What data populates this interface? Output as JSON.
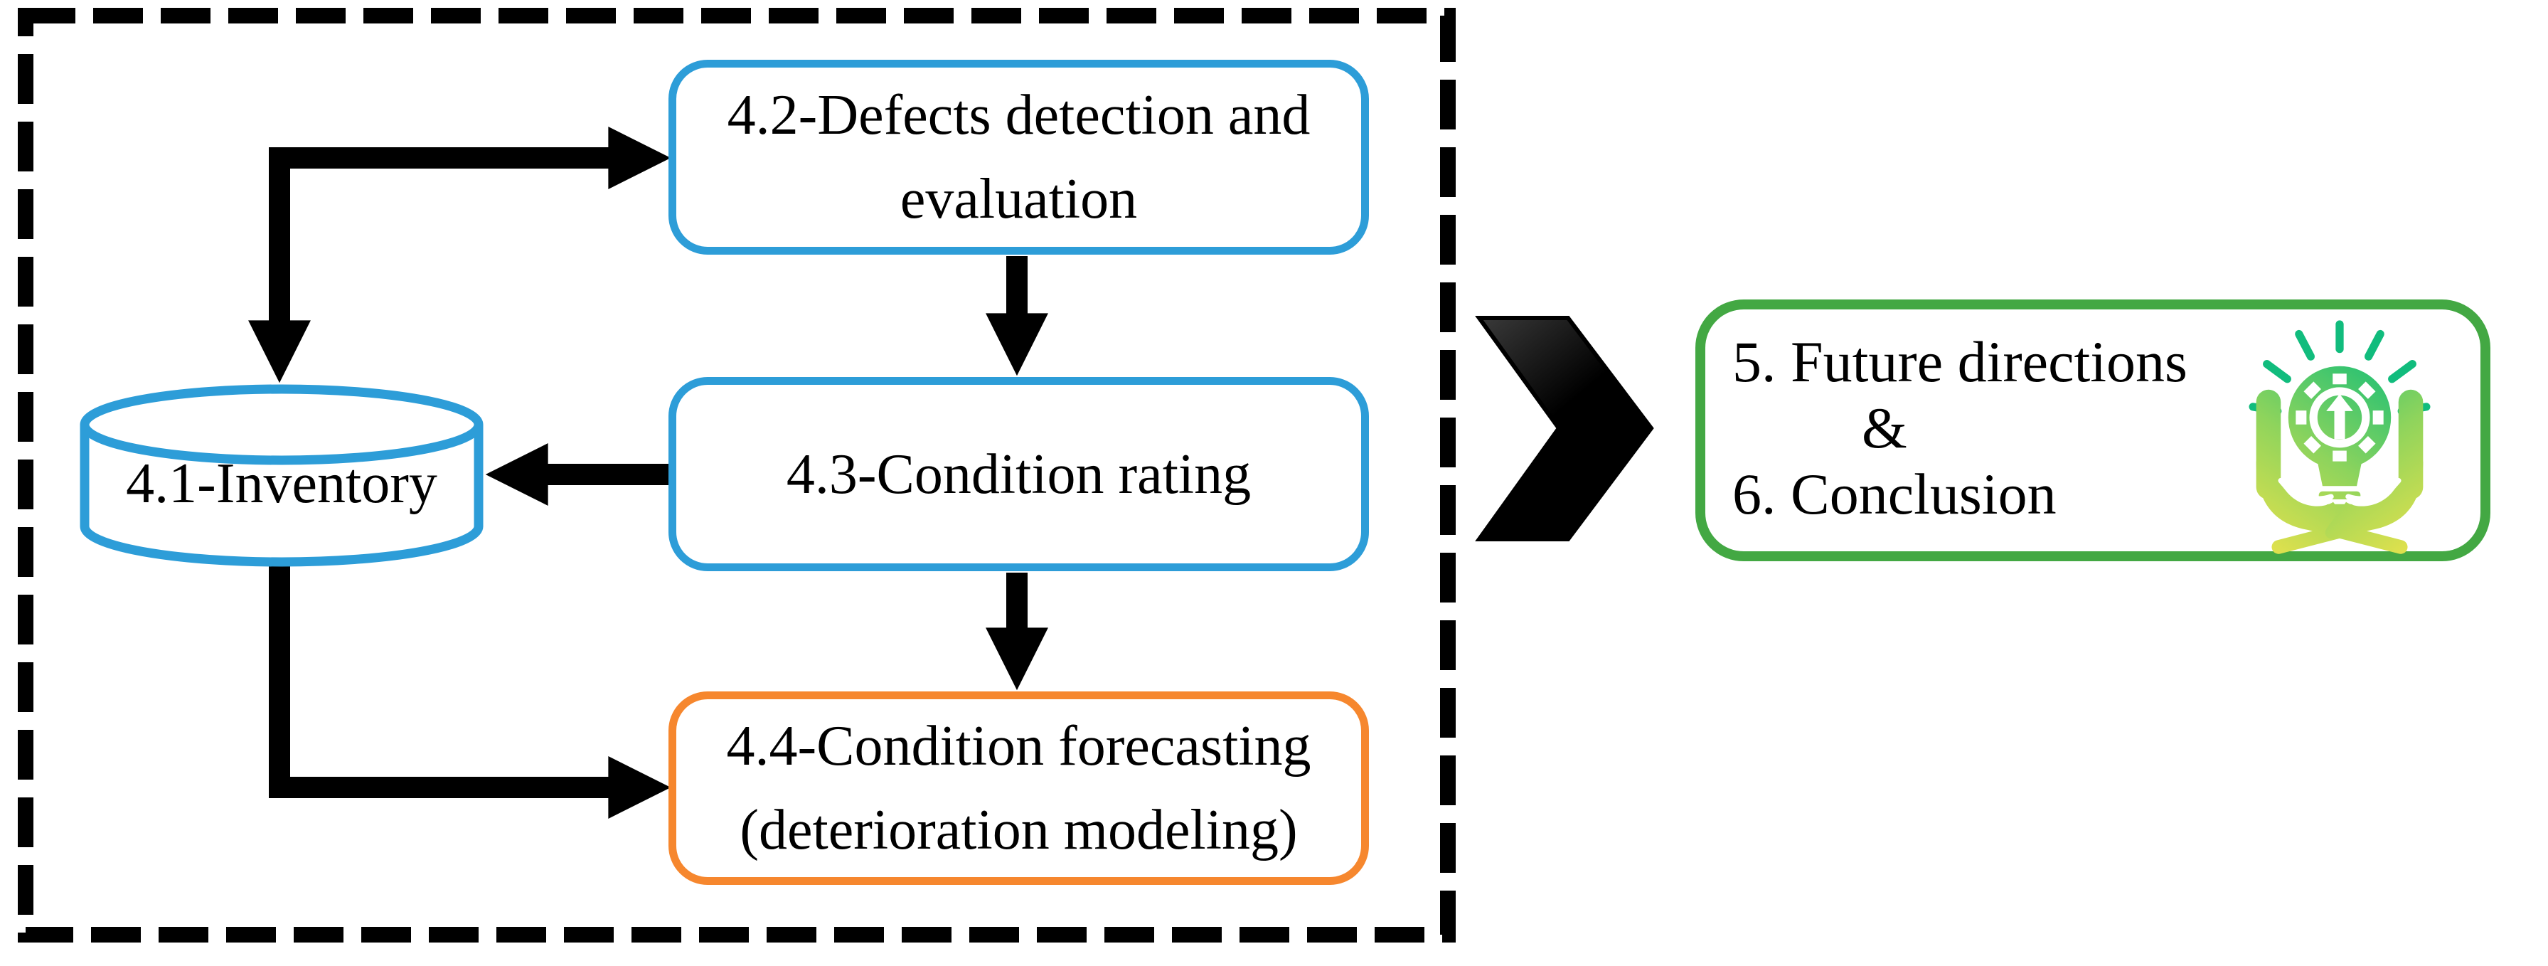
{
  "figure": {
    "title": "bridge-management-review-flow-diagram",
    "nodes": {
      "inventory_label": "4.1-Inventory",
      "defects_line1": "4.2-Defects detection and",
      "defects_line2": "evaluation",
      "condition_rating_label": "4.3-Condition rating",
      "forecasting_line1": "4.4-Condition forecasting",
      "forecasting_line2": "(deterioration modeling)",
      "future_line1": "5. Future directions",
      "future_amp": "&",
      "future_line2": "6. Conclusion"
    },
    "icons": {
      "hands_bulb": "hands-holding-lightbulb-gear-icon",
      "chevron": "big-right-chevron-arrow"
    },
    "colors": {
      "node_blue": "#2D9DD8",
      "node_orange": "#F6872E",
      "box_green": "#43A843",
      "connector_black": "#000000",
      "icon_gradient_yellow": "#E9E24B",
      "icon_gradient_green": "#00BA7C",
      "icon_ray_green": "#11BC7D"
    }
  }
}
